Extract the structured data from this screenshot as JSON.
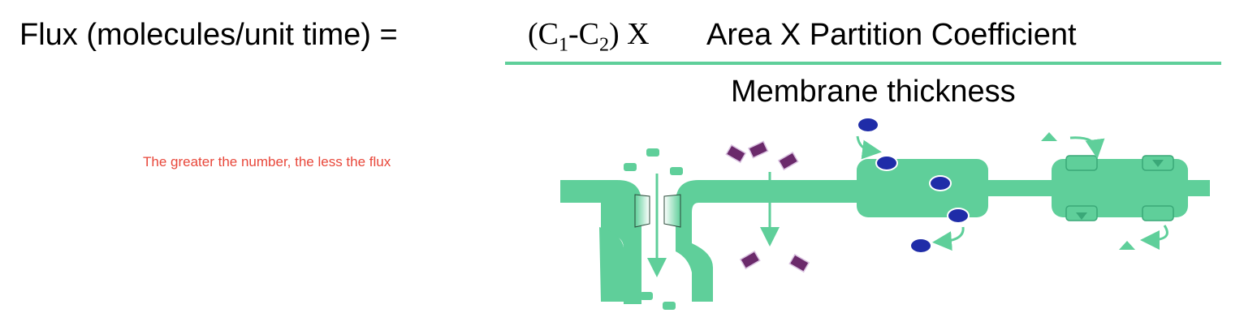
{
  "equation": {
    "lhs": "Flux (molecules/unit time) =",
    "numerator": {
      "open": "(C",
      "sub1": "1",
      "dash": "-C",
      "sub2": "2",
      "close": ") X",
      "rest": "Area X Partition Coefficient"
    },
    "denominator": "Membrane thickness"
  },
  "note": "The greater the number, the less the flux",
  "diagram": {
    "colors": {
      "membrane": "#5fcf9a",
      "carrier_dot": "#1f2ca8",
      "molecule": "#6b2a6b",
      "note_text": "#e8473a"
    }
  }
}
